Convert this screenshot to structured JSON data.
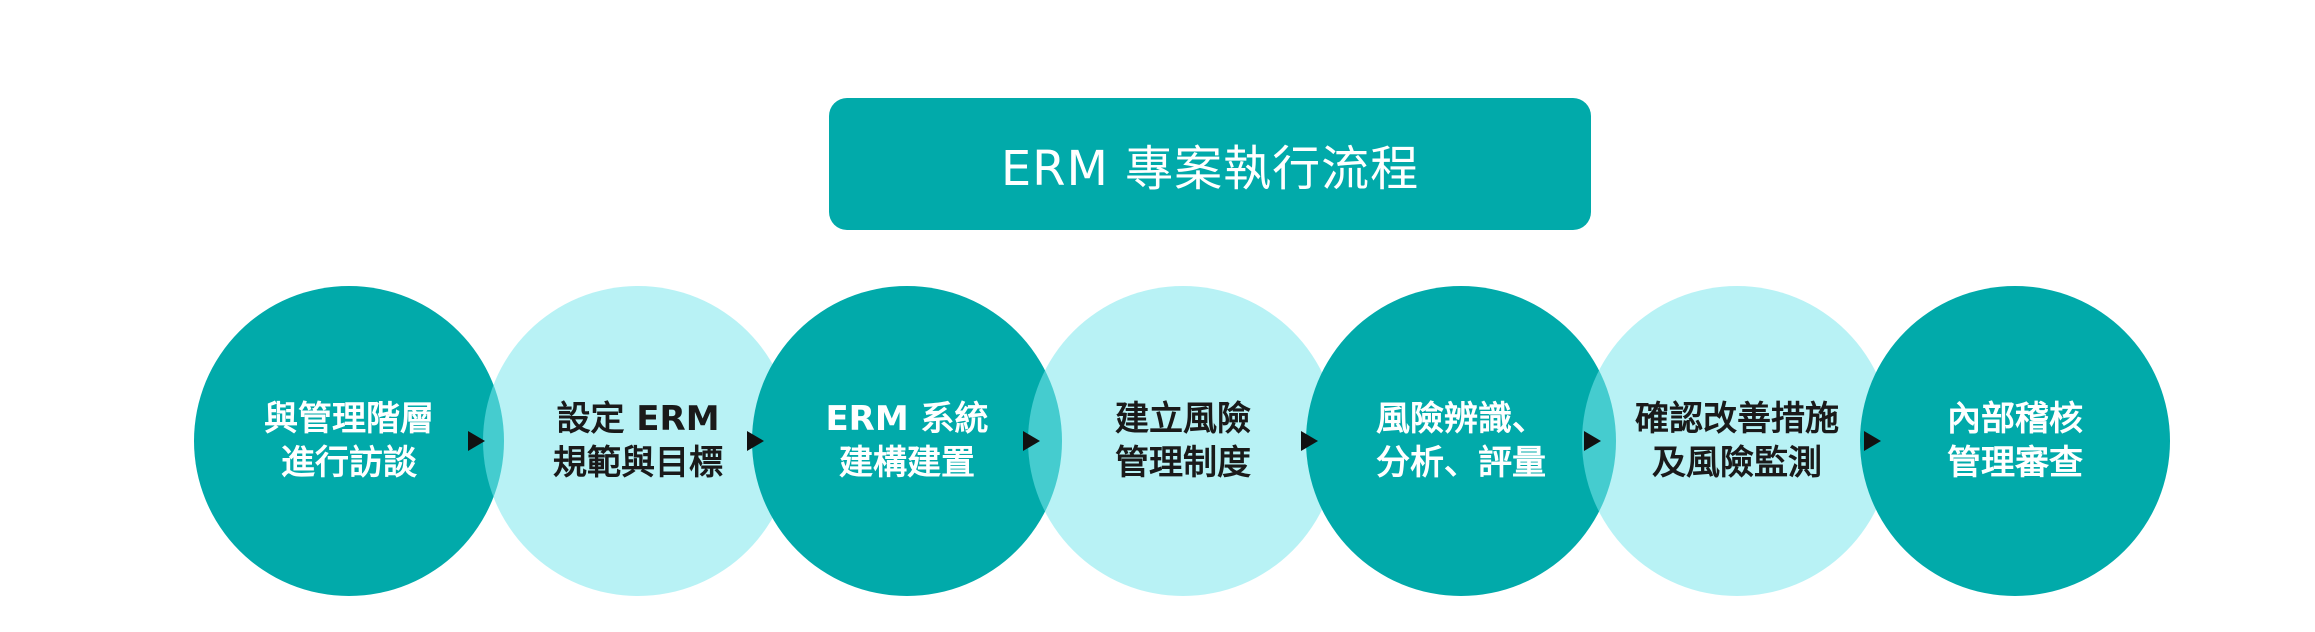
{
  "title": "ERM 專案執行流程",
  "steps": [
    {
      "line1": "與管理階層",
      "line2": "進行訪談"
    },
    {
      "line1": "設定 ERM",
      "line2": "規範與目標"
    },
    {
      "line1": "ERM 系統",
      "line2": "建構建置"
    },
    {
      "line1": "建立風險",
      "line2": "管理制度"
    },
    {
      "line1": "風險辨識、",
      "line2": "分析、評量"
    },
    {
      "line1": "確認改善措施",
      "line2": "及風險監測"
    },
    {
      "line1": "內部稽核",
      "line2": "管理審查"
    }
  ],
  "colors": {
    "dark": "#01aaaa",
    "light": "#b3f2f3",
    "arrow": "#111111"
  },
  "icons": {
    "connector": "triangle-right-arrow"
  }
}
